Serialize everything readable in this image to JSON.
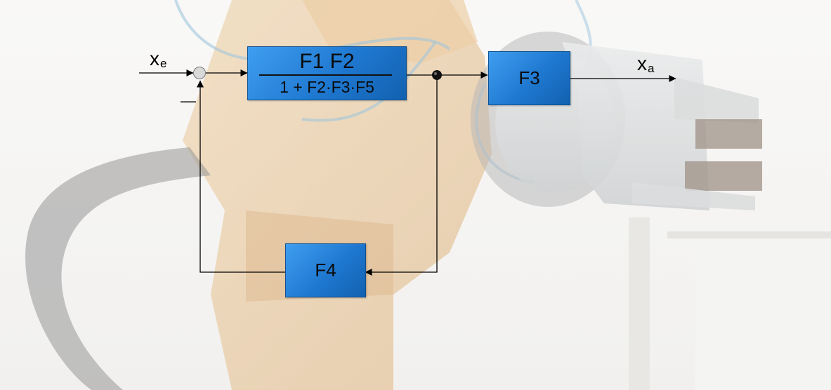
{
  "input": {
    "symbol": "x",
    "subscript": "e"
  },
  "output": {
    "symbol": "x",
    "subscript": "a"
  },
  "minus_sign": "—",
  "forward_block": {
    "numerator": "F1  F2",
    "denominator": "1 + F2·F3·F5"
  },
  "plant_block": {
    "label": "F3"
  },
  "feedback_block": {
    "label": "F4"
  },
  "colors": {
    "block_fill": "#2a86de",
    "line": "#000000",
    "background": "#f3f2f0",
    "photo_orange": "#d69a4e",
    "photo_gray": "#b9bcbc"
  },
  "background_photo": "robot-arm-gripper"
}
